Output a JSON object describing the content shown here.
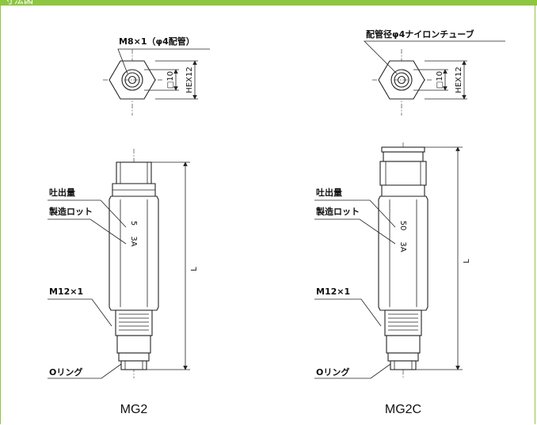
{
  "header": {
    "bar_text": "寸法図"
  },
  "left": {
    "caption": "MG2",
    "top_label": "M8×1（φ4配管）",
    "box_dim": "□10",
    "hex_dim": "HEX12",
    "length_dim": "L",
    "discharge_label": "吐出量",
    "lot_label": "製造ロット",
    "thread_label": "M12×1",
    "oring_label": "Oリング",
    "body_mark_1": "5",
    "body_mark_2": "3A"
  },
  "right": {
    "caption": "MG2C",
    "top_label": "配管径φ4ナイロンチューブ",
    "box_dim": "□10",
    "hex_dim": "HEX12",
    "length_dim": "L",
    "discharge_label": "吐出量",
    "lot_label": "製造ロット",
    "thread_label": "M12×1",
    "oring_label": "Oリング",
    "body_mark_1": "50",
    "body_mark_2": "3A"
  }
}
